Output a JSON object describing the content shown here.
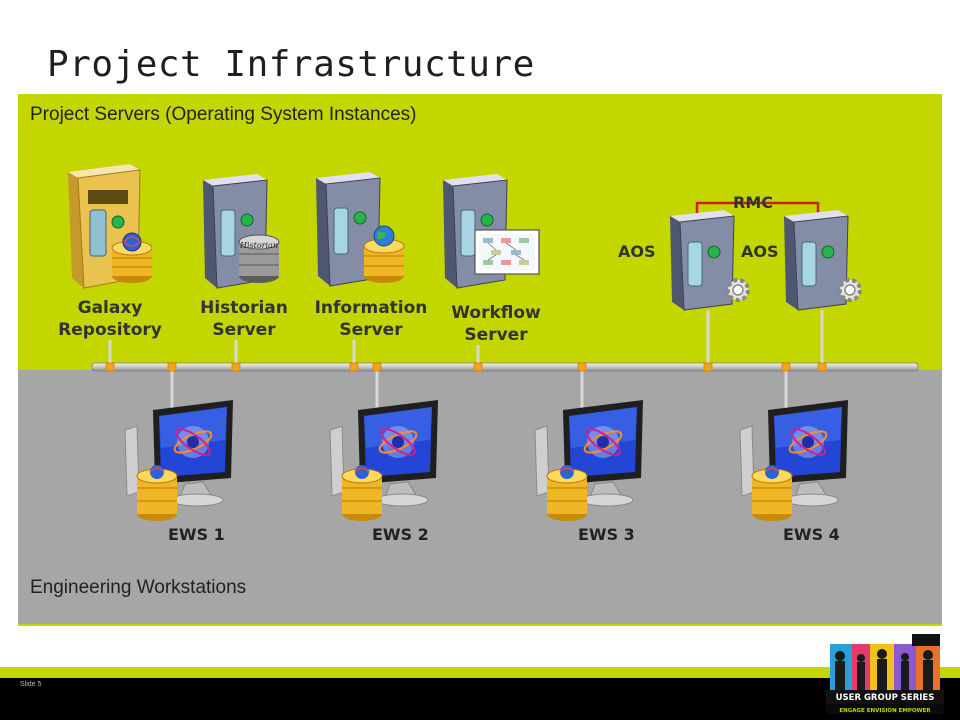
{
  "title": "Project Infrastructure",
  "top_panel": {
    "label": "Project Servers (Operating System Instances)",
    "color": "#c4d600",
    "servers": [
      {
        "name_line1": "Galaxy",
        "name_line2": "Repository",
        "icon": "server-database-icon"
      },
      {
        "name_line1": "Historian",
        "name_line2": "Server",
        "icon": "historian-server-icon"
      },
      {
        "name_line1": "Information",
        "name_line2": "Server",
        "icon": "information-server-icon"
      },
      {
        "name_line1": "Workflow",
        "name_line2": "Server",
        "icon": "workflow-server-icon"
      }
    ],
    "aos_left": "AOS",
    "aos_right": "AOS",
    "rmc": "RMC"
  },
  "bottom_panel": {
    "label": "Engineering Workstations",
    "color": "#a6a6a6",
    "workstations": [
      "EWS 1",
      "EWS 2",
      "EWS 3",
      "EWS 4"
    ]
  },
  "footer": {
    "slide_number": "Slide 5",
    "logo_line1": "USER GROUP SERIES",
    "logo_line2": "ENGAGE ENVISION EMPOWER"
  }
}
